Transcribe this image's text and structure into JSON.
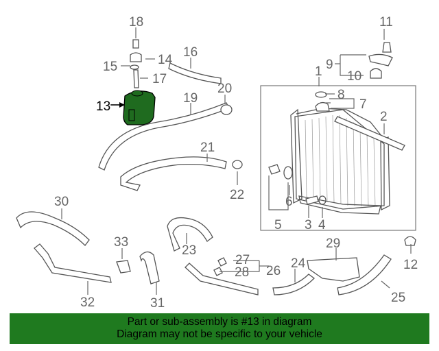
{
  "banner": {
    "line1": "Part or sub-assembly is #13 in diagram",
    "line2": "Diagram may not be specific to your vehicle",
    "color": "#1f7a1f"
  },
  "highlight": {
    "part_number": "13",
    "color": "#1f6b1f"
  },
  "callouts": {
    "c1": "1",
    "c2": "2",
    "c3": "3",
    "c4": "4",
    "c5": "5",
    "c6": "6",
    "c7": "7",
    "c8": "8",
    "c9": "9",
    "c10": "10",
    "c11": "11",
    "c12": "12",
    "c13": "13",
    "c14": "14",
    "c15": "15",
    "c16": "16",
    "c17": "17",
    "c18": "18",
    "c19": "19",
    "c20": "20",
    "c21": "21",
    "c22": "22",
    "c23": "23",
    "c24": "24",
    "c25": "25",
    "c26": "26",
    "c27": "27",
    "c28": "28",
    "c29": "29",
    "c30": "30",
    "c31": "31",
    "c32": "32",
    "c33": "33"
  }
}
